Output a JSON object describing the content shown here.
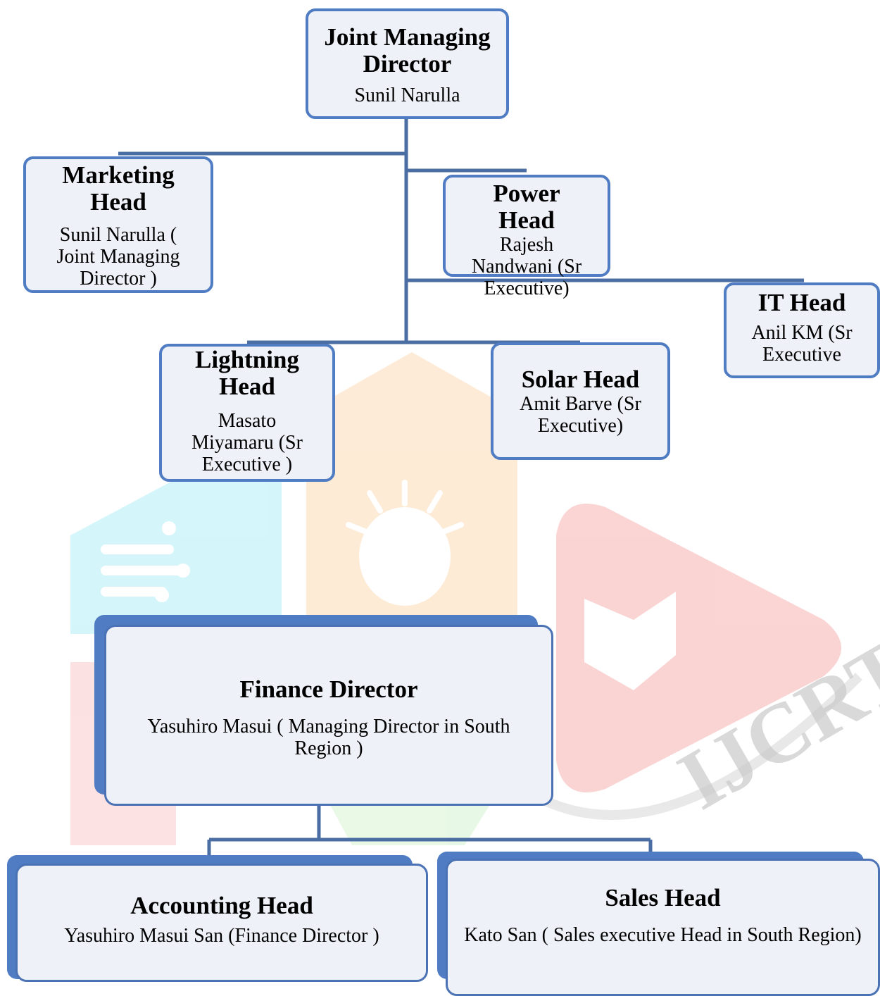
{
  "org_chart": {
    "top": {
      "title": "Joint Managing Director",
      "name": "Sunil Narulla"
    },
    "marketing": {
      "title": "Marketing Head",
      "name": "Sunil Narulla ( Joint Managing Director )"
    },
    "power": {
      "title": "Power Head",
      "name": "Rajesh Nandwani (Sr Executive)"
    },
    "it": {
      "title": "IT Head",
      "name": "Anil KM (Sr Executive"
    },
    "lightning": {
      "title": "Lightning Head",
      "name": "Masato Miyamaru (Sr Executive )"
    },
    "solar": {
      "title": "Solar Head",
      "name": "Amit Barve (Sr Executive)"
    },
    "finance": {
      "title": "Finance Director",
      "name": "Yasuhiro Masui ( Managing Director in South Region )"
    },
    "accounting": {
      "title": "Accounting Head",
      "name": "Yasuhiro Masui San (Finance Director )"
    },
    "sales": {
      "title": "Sales Head",
      "name": "Kato San ( Sales executive Head in South Region)"
    }
  },
  "watermark": {
    "text": "IJCRT"
  },
  "colors": {
    "box_border": "#4f7cc2",
    "box_fill": "#eef1f7",
    "connector": "#4a6ea4"
  }
}
